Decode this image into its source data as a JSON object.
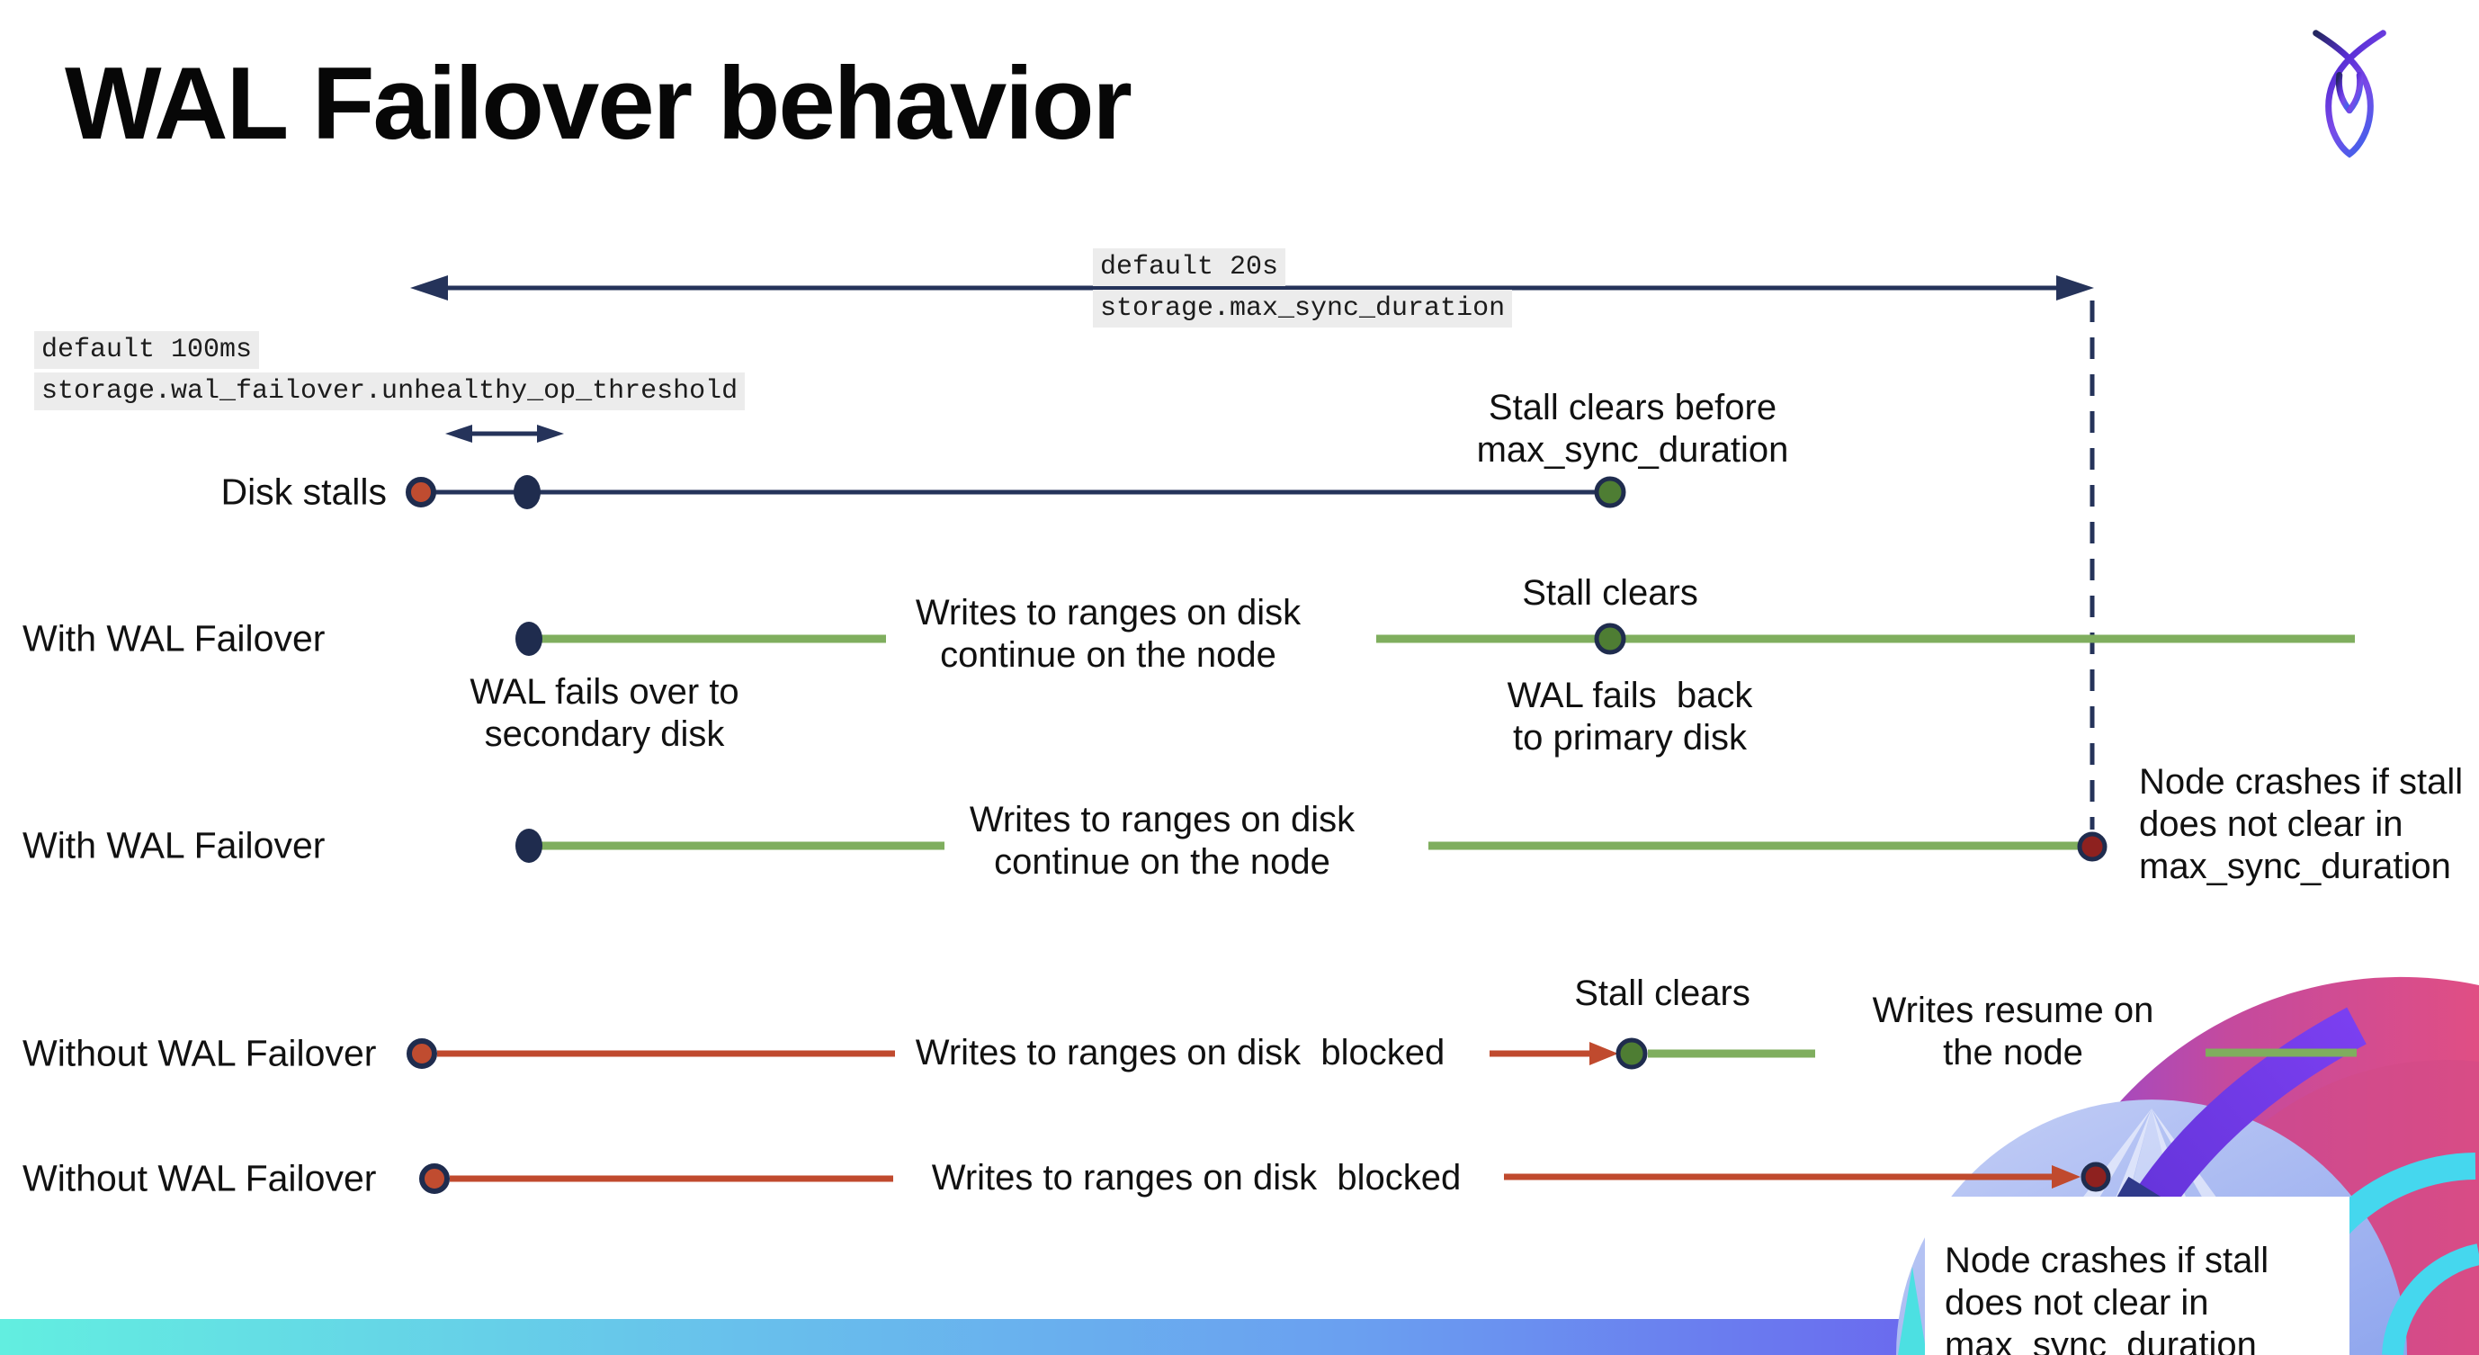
{
  "title": "WAL Failover behavior",
  "logo": {
    "name": "cockroachdb-logo"
  },
  "settings": {
    "max_sync_duration": {
      "default_label": "default 20s",
      "setting_name": "storage.max_sync_duration"
    },
    "unhealthy_op_threshold": {
      "default_label": "default 100ms",
      "setting_name": "storage.wal_failover.unhealthy_op_threshold"
    }
  },
  "rows": {
    "disk_stalls": {
      "label": "Disk stalls",
      "stall_clears_note": "Stall clears before\nmax_sync_duration"
    },
    "with_wal_failover_1": {
      "label": "With WAL Failover",
      "writes_note": "Writes to ranges on disk\ncontinue on the node",
      "failover_note": "WAL fails over to\nsecondary disk",
      "stall_clears_note": "Stall clears",
      "failback_note": "WAL fails  back\nto primary disk"
    },
    "with_wal_failover_2": {
      "label": "With WAL Failover",
      "writes_note": "Writes to ranges on disk\ncontinue on the node",
      "crash_note": "Node crashes if stall\ndoes not clear in\nmax_sync_duration"
    },
    "without_wal_failover_1": {
      "label": "Without WAL Failover",
      "writes_note": "Writes to ranges on disk  blocked",
      "stall_clears_note": "Stall clears",
      "resume_note": "Writes resume on\nthe node"
    },
    "without_wal_failover_2": {
      "label": "Without WAL Failover",
      "writes_note": "Writes to ranges on disk  blocked",
      "crash_note": "Node crashes if stall\ndoes not clear in\nmax_sync_duration"
    }
  },
  "colors": {
    "navy": "#25335a",
    "navy_dot": "#1f2c4e",
    "green_line": "#7fae5e",
    "green_dot": "#4e7d33",
    "red_line": "#c04a2e",
    "red_dot": "#c04c30",
    "dark_red_dot": "#8e211f",
    "label_highlight": "#ececec",
    "footer_gradient_left": "#62eee0",
    "footer_gradient_mid": "#6a9ff0",
    "footer_gradient_right": "#6a4fec"
  }
}
